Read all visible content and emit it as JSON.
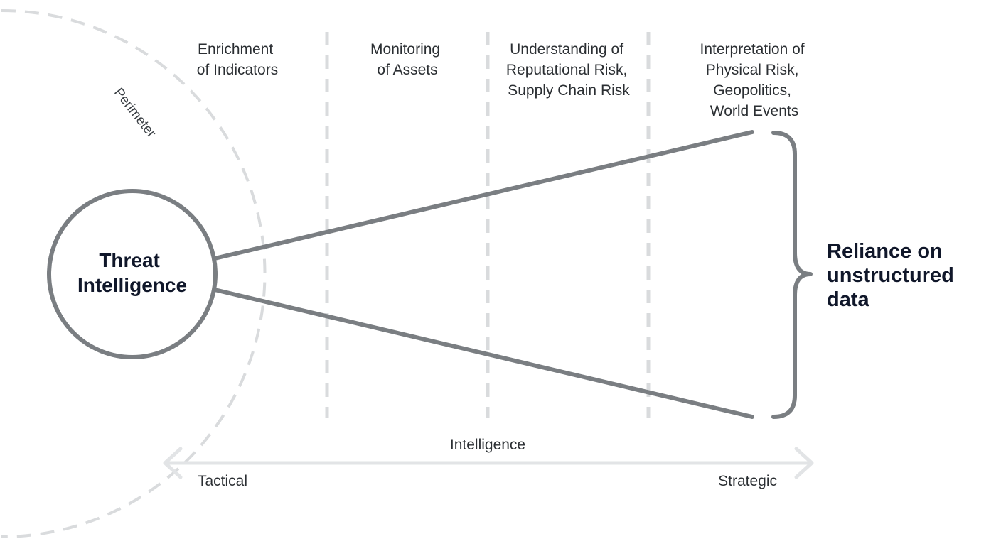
{
  "diagram": {
    "perimeter_label": "Perimeter",
    "center_label_lines": [
      "Threat",
      "Intelligence"
    ],
    "columns": [
      {
        "lines": [
          "Enrichment",
          "of Indicators"
        ]
      },
      {
        "lines": [
          "Monitoring",
          "of Assets"
        ]
      },
      {
        "lines": [
          "Understanding of",
          "Reputational Risk,",
          "Supply Chain Risk"
        ]
      },
      {
        "lines": [
          "Interpretation of",
          "Physical Risk,",
          "Geopolitics,",
          "World Events"
        ]
      }
    ],
    "brace_label_lines": [
      "Reliance on",
      "unstructured",
      "data"
    ],
    "axis": {
      "title": "Intelligence",
      "left_label": "Tactical",
      "right_label": "Strategic"
    },
    "colors": {
      "line": "#7a7e82",
      "dashed_divider": "#d9dbdd",
      "axis_arrow": "#e2e4e6",
      "perimeter": "#d9dbdd",
      "heading_text": "#10172a",
      "body_text": "#2b2f33"
    }
  }
}
